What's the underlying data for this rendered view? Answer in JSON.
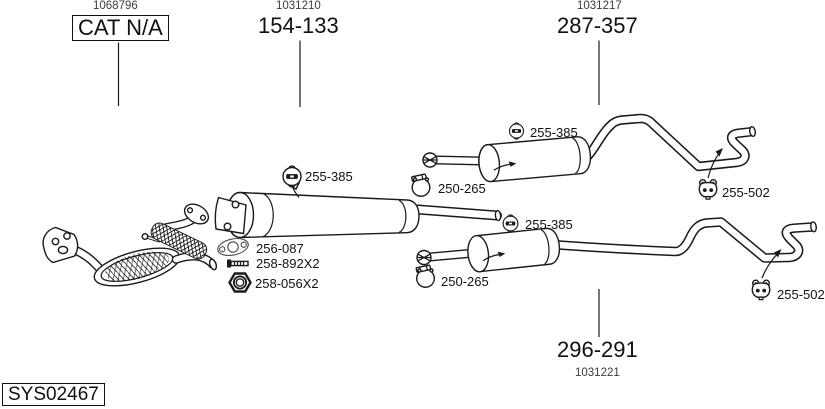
{
  "system": {
    "id": "SYS02467"
  },
  "sections": {
    "front_pipe": {
      "ref": "1068796",
      "name": "CAT N/A"
    },
    "center_muffler": {
      "ref": "1031210",
      "name": "154-133"
    },
    "rear_upper": {
      "ref": "1031217",
      "name": "287-357"
    },
    "rear_lower": {
      "ref": "1031221",
      "name": "296-291"
    }
  },
  "parts": {
    "hanger_center": {
      "number": "255-385"
    },
    "gasket": {
      "number": "256-087"
    },
    "bolt_pair": {
      "number": "258-892X2"
    },
    "nut_pair": {
      "number": "258-056X2"
    },
    "hanger_upper": {
      "number": "255-385"
    },
    "clamp_upper": {
      "number": "250-265"
    },
    "tail_hanger_upper": {
      "number": "255-502"
    },
    "hanger_lower": {
      "number": "255-385"
    },
    "clamp_lower": {
      "number": "250-265"
    },
    "tail_hanger_lower": {
      "number": "255-502"
    }
  },
  "colors": {
    "ink": "#1a1a1a",
    "background": "#ffffff"
  }
}
